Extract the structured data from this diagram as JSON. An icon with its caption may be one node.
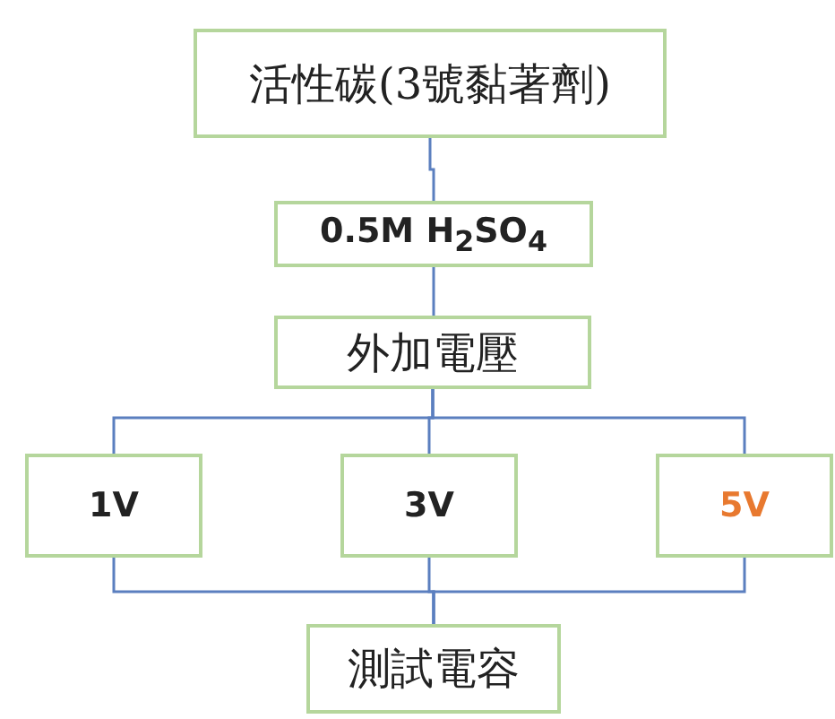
{
  "diagram": {
    "nodes": [
      {
        "text": [
          "活性碳(3號黏著劑)"
        ]
      },
      {
        "text": [
          "0.5M H$_{2}$SO$_{4}$"
        ]
      },
      {
        "text": [
          "外加電壓"
        ]
      },
      {
        "text": [
          "1V"
        ]
      },
      {
        "text": [
          "3V"
        ]
      },
      {
        "text": [
          "5V"
        ]
      },
      {
        "text": [
          "測試電容"
        ]
      }
    ],
    "edges": [
      {
        "from": 0,
        "to": 1,
        "arrow": "none"
      },
      {
        "from": 1,
        "to": 2,
        "arrow": "none"
      },
      {
        "from": 2,
        "to": 3,
        "arrow": "none"
      },
      {
        "from": 2,
        "to": 4,
        "arrow": "none"
      },
      {
        "from": 2,
        "to": 5,
        "arrow": "none"
      },
      {
        "from": 3,
        "to": 6,
        "arrow": "none"
      },
      {
        "from": 4,
        "to": 6,
        "arrow": "none"
      },
      {
        "from": 5,
        "to": 6,
        "arrow": "none"
      }
    ]
  }
}
